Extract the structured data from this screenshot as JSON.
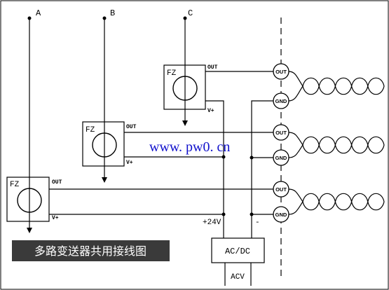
{
  "signal_labels": [
    "A",
    "B",
    "C"
  ],
  "transmitter_label": "FZ",
  "out_label": "OUT",
  "vplus_label": "V+",
  "terminal_out": "OUT",
  "terminal_gnd": "GND",
  "supply_plus_label": "+24V",
  "supply_minus_label": "-",
  "psu_label": "AC/DC",
  "acv_label": "ACV",
  "watermark": "www. pw0. cn",
  "caption": "多路变送器共用接线图"
}
